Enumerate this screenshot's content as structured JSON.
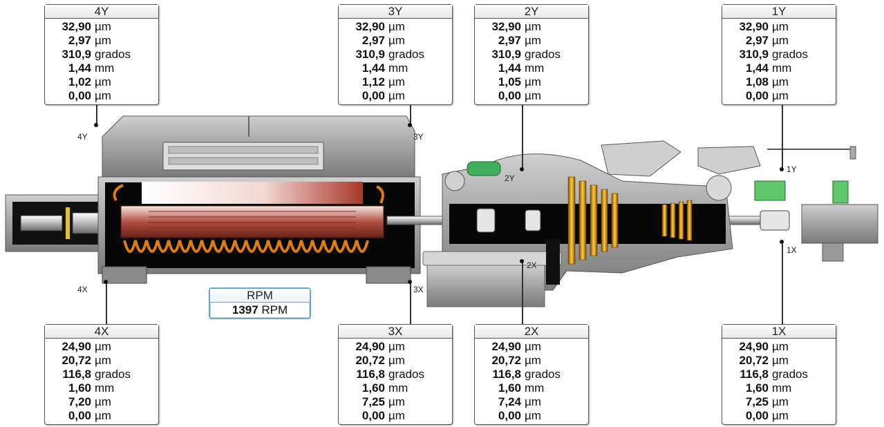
{
  "rpm": {
    "title": "RPM",
    "value": "1397",
    "unit": "RPM"
  },
  "points": {
    "p4y": "4Y",
    "p3y": "3Y",
    "p2y": "2Y",
    "p1y": "1Y",
    "p4x": "4X",
    "p3x": "3X",
    "p2x": "2X",
    "p1x": "1X"
  },
  "panels": {
    "y4": {
      "title": "4Y",
      "rows": [
        {
          "value": "32,90",
          "unit": "µm"
        },
        {
          "value": "2,97",
          "unit": "µm"
        },
        {
          "value": "310,9",
          "unit": "grados"
        },
        {
          "value": "1,44",
          "unit": "mm"
        },
        {
          "value": "1,02",
          "unit": "µm"
        },
        {
          "value": "0,00",
          "unit": "µm"
        }
      ]
    },
    "y3": {
      "title": "3Y",
      "rows": [
        {
          "value": "32,90",
          "unit": "µm"
        },
        {
          "value": "2,97",
          "unit": "µm"
        },
        {
          "value": "310,9",
          "unit": "grados"
        },
        {
          "value": "1,44",
          "unit": "mm"
        },
        {
          "value": "1,12",
          "unit": "µm"
        },
        {
          "value": "0,00",
          "unit": "µm"
        }
      ]
    },
    "y2": {
      "title": "2Y",
      "rows": [
        {
          "value": "32,90",
          "unit": "µm"
        },
        {
          "value": "2,97",
          "unit": "µm"
        },
        {
          "value": "310,9",
          "unit": "grados"
        },
        {
          "value": "1,44",
          "unit": "mm"
        },
        {
          "value": "1,05",
          "unit": "µm"
        },
        {
          "value": "0,00",
          "unit": "µm"
        }
      ]
    },
    "y1": {
      "title": "1Y",
      "rows": [
        {
          "value": "32,90",
          "unit": "µm"
        },
        {
          "value": "2,97",
          "unit": "µm"
        },
        {
          "value": "310,9",
          "unit": "grados"
        },
        {
          "value": "1,44",
          "unit": "mm"
        },
        {
          "value": "1,08",
          "unit": "µm"
        },
        {
          "value": "0,00",
          "unit": "µm"
        }
      ]
    },
    "x4": {
      "title": "4X",
      "rows": [
        {
          "value": "24,90",
          "unit": "µm"
        },
        {
          "value": "20,72",
          "unit": "µm"
        },
        {
          "value": "116,8",
          "unit": "grados"
        },
        {
          "value": "1,60",
          "unit": "mm"
        },
        {
          "value": "7,20",
          "unit": "µm"
        },
        {
          "value": "0,00",
          "unit": "µm"
        }
      ]
    },
    "x3": {
      "title": "3X",
      "rows": [
        {
          "value": "24,90",
          "unit": "µm"
        },
        {
          "value": "20,72",
          "unit": "µm"
        },
        {
          "value": "116,8",
          "unit": "grados"
        },
        {
          "value": "1,60",
          "unit": "mm"
        },
        {
          "value": "7,25",
          "unit": "µm"
        },
        {
          "value": "0,00",
          "unit": "µm"
        }
      ]
    },
    "x2": {
      "title": "2X",
      "rows": [
        {
          "value": "24,90",
          "unit": "µm"
        },
        {
          "value": "20,72",
          "unit": "µm"
        },
        {
          "value": "116,8",
          "unit": "grados"
        },
        {
          "value": "1,60",
          "unit": "mm"
        },
        {
          "value": "7,24",
          "unit": "µm"
        },
        {
          "value": "0,00",
          "unit": "µm"
        }
      ]
    },
    "x1": {
      "title": "1X",
      "rows": [
        {
          "value": "24,90",
          "unit": "µm"
        },
        {
          "value": "20,72",
          "unit": "µm"
        },
        {
          "value": "116,8",
          "unit": "grados"
        },
        {
          "value": "1,60",
          "unit": "mm"
        },
        {
          "value": "7,25",
          "unit": "µm"
        },
        {
          "value": "0,00",
          "unit": "µm"
        }
      ]
    }
  },
  "colors": {
    "coil": "#e07b10",
    "rotor": "#b04a3a",
    "housing": "#9a9a9a",
    "accent_green": "#3fae5a",
    "rpm_border": "#6fa7cf"
  }
}
